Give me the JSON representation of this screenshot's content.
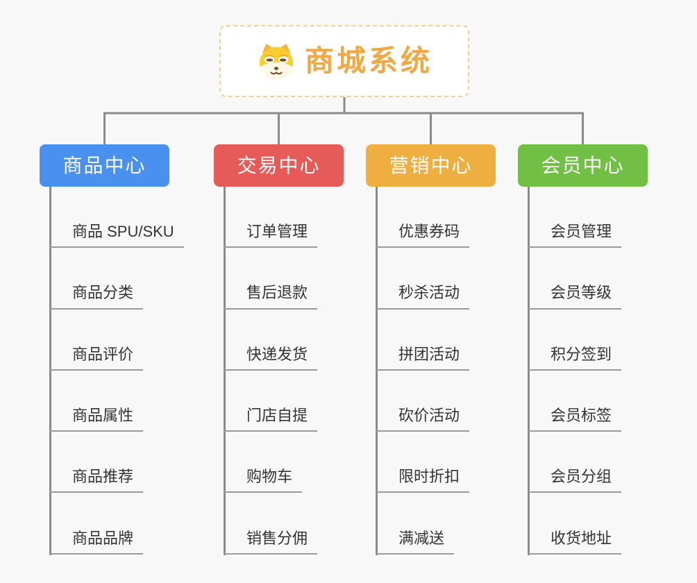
{
  "root": {
    "title": "商城系统",
    "icon": "dog-face-icon"
  },
  "branches": [
    {
      "label": "商品中心",
      "color": "#4A90EE",
      "children": [
        "商品 SPU/SKU",
        "商品分类",
        "商品评价",
        "商品属性",
        "商品推荐",
        "商品品牌"
      ]
    },
    {
      "label": "交易中心",
      "color": "#E65B58",
      "children": [
        "订单管理",
        "售后退款",
        "快递发货",
        "门店自提",
        "购物车",
        "销售分佣"
      ]
    },
    {
      "label": "营销中心",
      "color": "#EEAF40",
      "children": [
        "优惠券码",
        "秒杀活动",
        "拼团活动",
        "砍价活动",
        "限时折扣",
        "满减送"
      ]
    },
    {
      "label": "会员中心",
      "color": "#71BF44",
      "children": [
        "会员管理",
        "会员等级",
        "积分签到",
        "会员标签",
        "会员分组",
        "收货地址"
      ]
    }
  ],
  "colors": {
    "background": "#F8F8F8",
    "connector_line": "#8A8A8A",
    "item_underline": "#9A9A9A",
    "item_text": "#333333",
    "root_title": "#F0A843",
    "root_border": "#F5CE8E"
  }
}
